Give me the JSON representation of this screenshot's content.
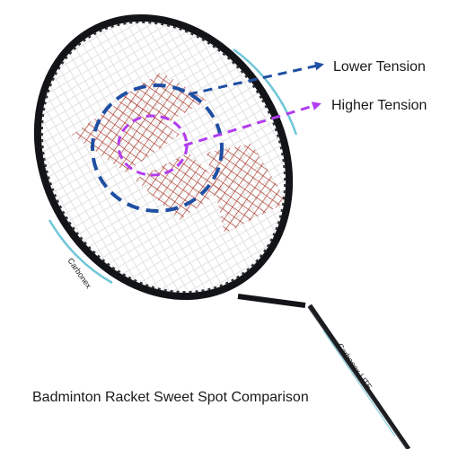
{
  "labels": {
    "lower": "Lower Tension",
    "higher": "Higher Tension"
  },
  "caption": "Badminton Racket Sweet Spot Comparison",
  "frame_text": {
    "main": "Carbonex",
    "shaft": "Carbonex LITE"
  },
  "colors": {
    "lower_tension": "#1f4fa3",
    "higher_tension": "#b23cf0",
    "frame": "#121417",
    "frame_accent": "#6fc6d8",
    "strings": "#e8e8e8",
    "logo": "#a82a1e",
    "shaft": "#1b1d21"
  },
  "icons": {
    "racket": "badminton-racket-icon",
    "logo": "yonex-logo-icon"
  }
}
